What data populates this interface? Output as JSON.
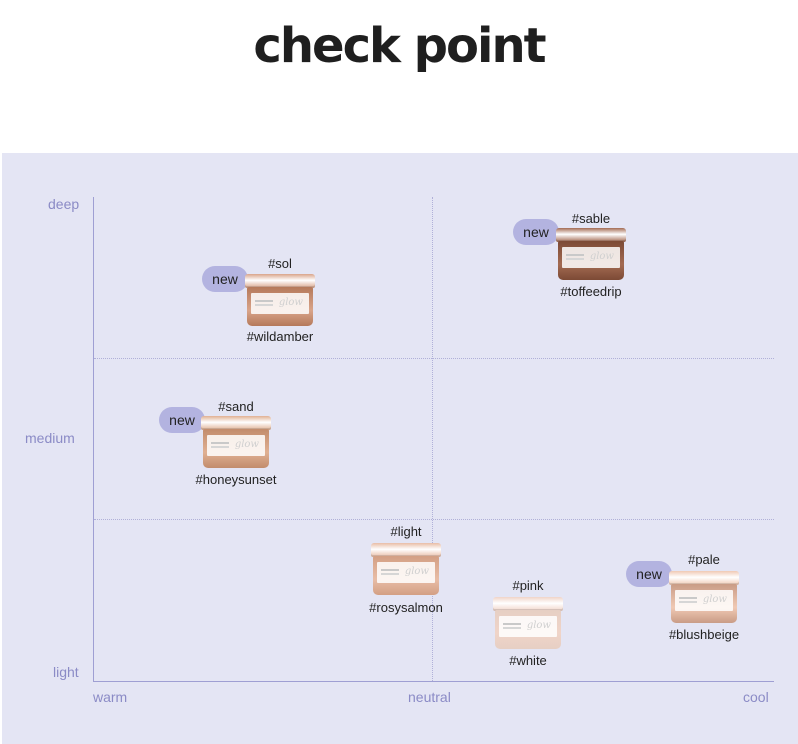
{
  "title": "check point",
  "axes": {
    "y_labels": {
      "top": "deep",
      "middle": "medium",
      "bottom": "light"
    },
    "x_labels": {
      "left": "warm",
      "middle": "neutral",
      "right": "cool"
    }
  },
  "badge_text": "new",
  "products": [
    {
      "shade": "#sol",
      "name": "#wildamber",
      "is_new": true,
      "tone": "warm",
      "depth": "deep",
      "lid_color": "#d9a48a",
      "body_color": "#b5795a"
    },
    {
      "shade": "#sable",
      "name": "#toffeedrip",
      "is_new": true,
      "tone": "neutral-cool",
      "depth": "deep",
      "lid_color": "#a36a52",
      "body_color": "#7c4a35"
    },
    {
      "shade": "#sand",
      "name": "#honeysunset",
      "is_new": true,
      "tone": "warm",
      "depth": "medium",
      "lid_color": "#e0b092",
      "body_color": "#c28c6c"
    },
    {
      "shade": "#light",
      "name": "#rosysalmon",
      "is_new": false,
      "tone": "neutral",
      "depth": "light-medium",
      "lid_color": "#e8bda6",
      "body_color": "#d39f84"
    },
    {
      "shade": "#pink",
      "name": "#white",
      "is_new": false,
      "tone": "neutral-cool",
      "depth": "light",
      "lid_color": "#f0d4c8",
      "body_color": "#e6cfc4"
    },
    {
      "shade": "#pale",
      "name": "#blushbeige",
      "is_new": true,
      "tone": "cool",
      "depth": "light",
      "lid_color": "#f0c9b4",
      "body_color": "#c99c86"
    }
  ]
}
